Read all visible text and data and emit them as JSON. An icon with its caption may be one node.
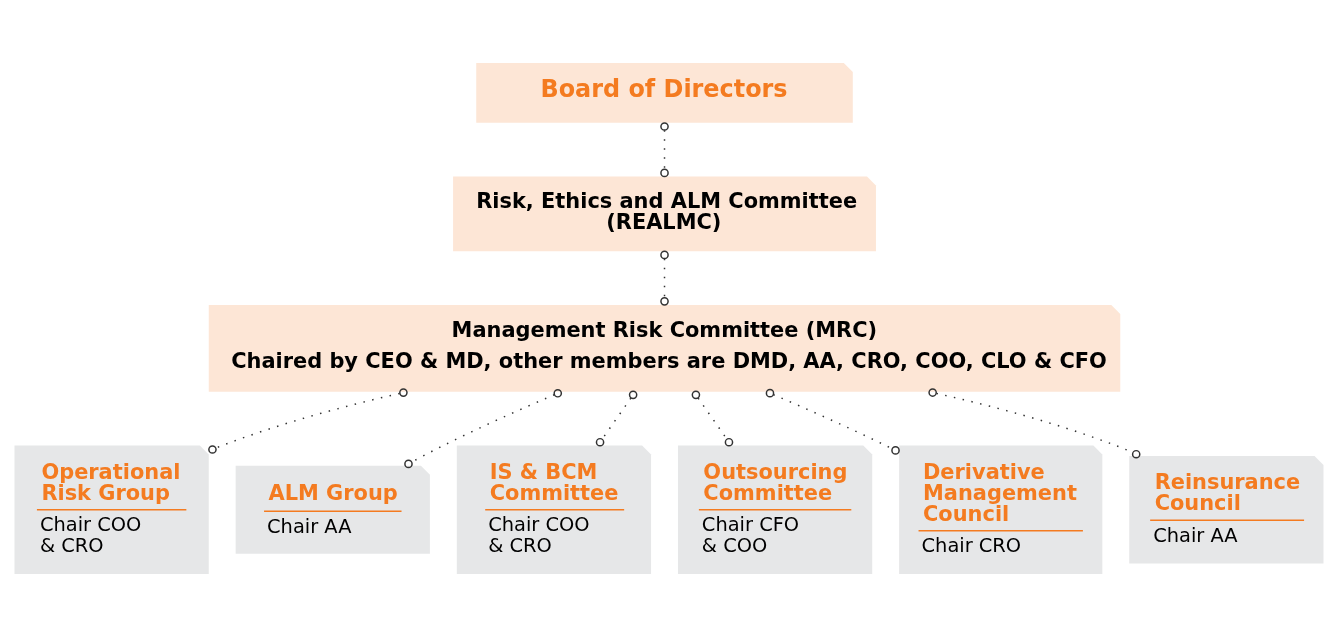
{
  "diagram": {
    "nodes": [
      {
        "text": [
          "Board of Directors"
        ]
      },
      {
        "text": [
          "Risk, Ethics and ALM Committee (REALMC)"
        ]
      },
      {
        "text": [
          "Management Risk Committee (MRC)",
          "Chaired by CEO & MD, other members are DMD, AA, CRO, COO, CLO & CFO"
        ]
      },
      {
        "text": [
          "Operational Risk Group",
          "Chair COO & CRO"
        ]
      },
      {
        "text": [
          "ALM Group",
          "Chair AA"
        ]
      },
      {
        "text": [
          "IS & BCM Committee",
          "Chair COO & CRO"
        ]
      },
      {
        "text": [
          "Outsourcing Committee",
          "Chair CFO & COO"
        ]
      },
      {
        "text": [
          "Derivative Management Council",
          "Chair CRO"
        ]
      },
      {
        "text": [
          "Reinsurance Council",
          "Chair AA"
        ]
      }
    ],
    "edges": [
      {
        "from": 0,
        "to": 1,
        "arrow": "other"
      },
      {
        "from": 1,
        "to": 2,
        "arrow": "other"
      },
      {
        "from": 2,
        "to": 3,
        "arrow": "other"
      },
      {
        "from": 2,
        "to": 4,
        "arrow": "other"
      },
      {
        "from": 2,
        "to": 5,
        "arrow": "other"
      },
      {
        "from": 2,
        "to": 6,
        "arrow": "other"
      },
      {
        "from": 2,
        "to": 7,
        "arrow": "other"
      },
      {
        "from": 2,
        "to": 8,
        "arrow": "other"
      }
    ]
  }
}
